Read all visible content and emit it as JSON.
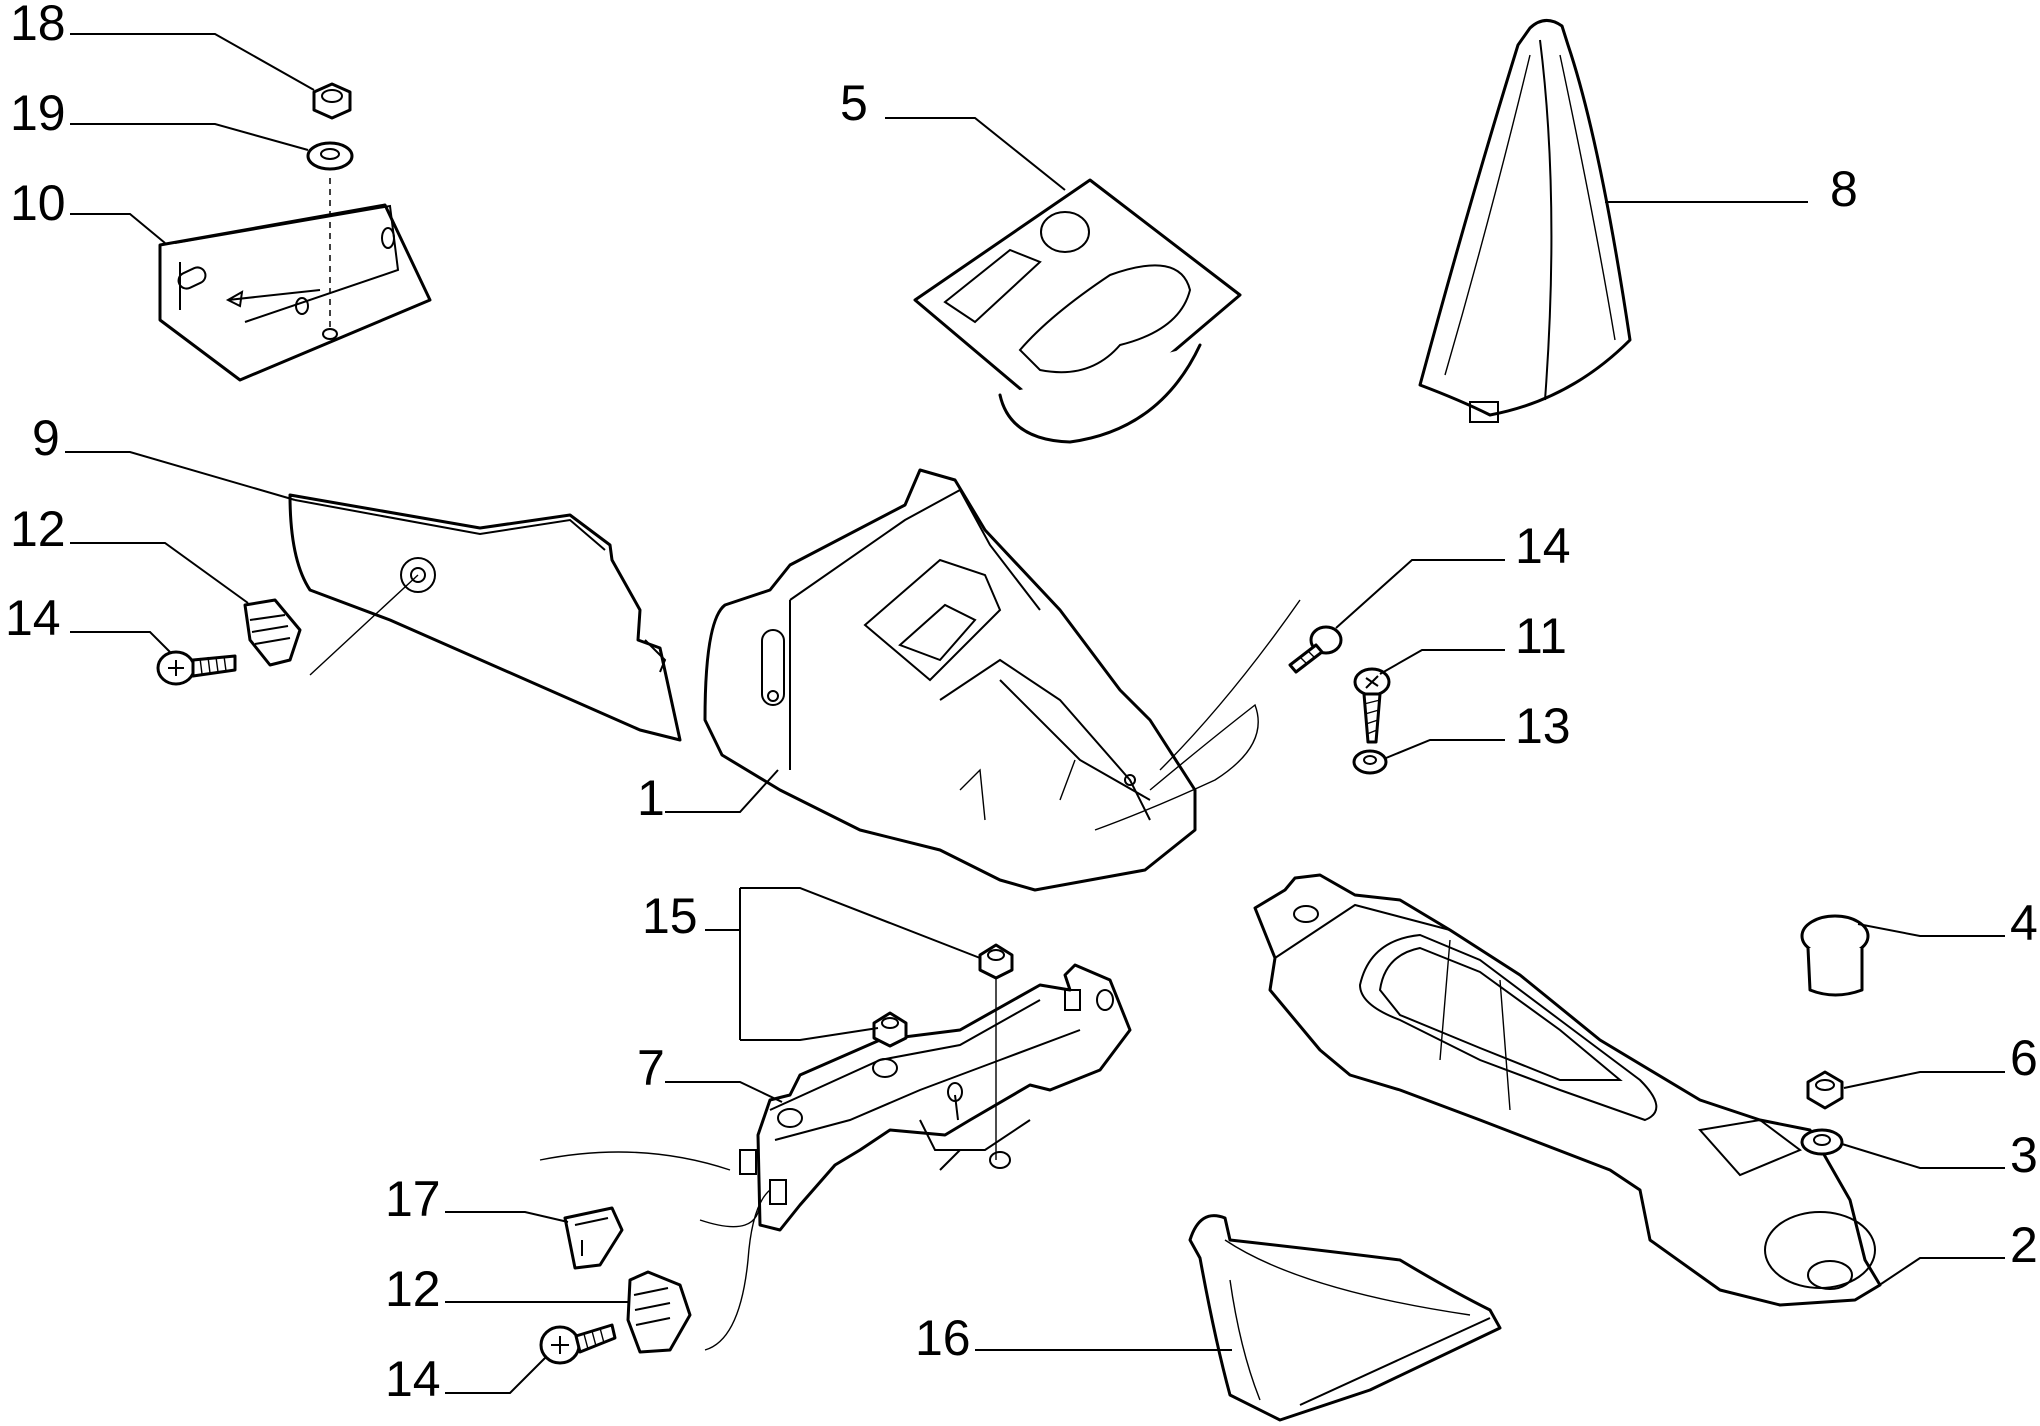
{
  "callouts": {
    "c18": "18",
    "c19": "19",
    "c10": "10",
    "c5": "5",
    "c8": "8",
    "c9": "9",
    "c12a": "12",
    "c14a": "14",
    "c14b": "14",
    "c11": "11",
    "c13": "13",
    "c1": "1",
    "c15": "15",
    "c4": "4",
    "c7": "7",
    "c6": "6",
    "c3": "3",
    "c17": "17",
    "c12b": "12",
    "c2": "2",
    "c16": "16",
    "c14c": "14"
  }
}
